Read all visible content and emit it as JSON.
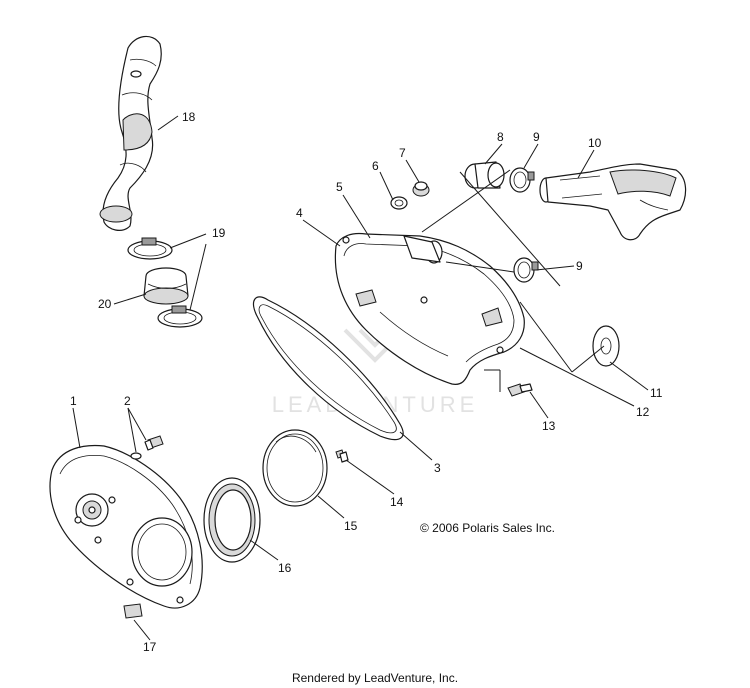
{
  "callouts": {
    "c1": "1",
    "c2": "2",
    "c3": "3",
    "c4": "4",
    "c5": "5",
    "c6": "6",
    "c7": "7",
    "c8": "8",
    "c9a": "9",
    "c9b": "9",
    "c10": "10",
    "c11": "11",
    "c12": "12",
    "c13": "13",
    "c14": "14",
    "c15": "15",
    "c16": "16",
    "c17": "17",
    "c18": "18",
    "c19": "19",
    "c20": "20"
  },
  "copyright": "© 2006 Polaris Sales Inc.",
  "watermark": "LEADVENTURE",
  "footer": "Rendered by LeadVenture, Inc.",
  "colors": {
    "line": "#1a1a1a",
    "shade": "#d9d9d9",
    "watermark": "#e2e2e2"
  }
}
